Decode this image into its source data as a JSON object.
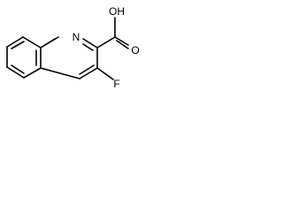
{
  "diagram": {
    "type": "chemical-structure",
    "labels": {
      "nitrogen": "N",
      "hydroxyl": "OH",
      "carbonyl_oxygen": "O",
      "fluorine": "F"
    },
    "colors": {
      "bond": "#000000",
      "text": "#000000",
      "background": "#ffffff"
    }
  }
}
